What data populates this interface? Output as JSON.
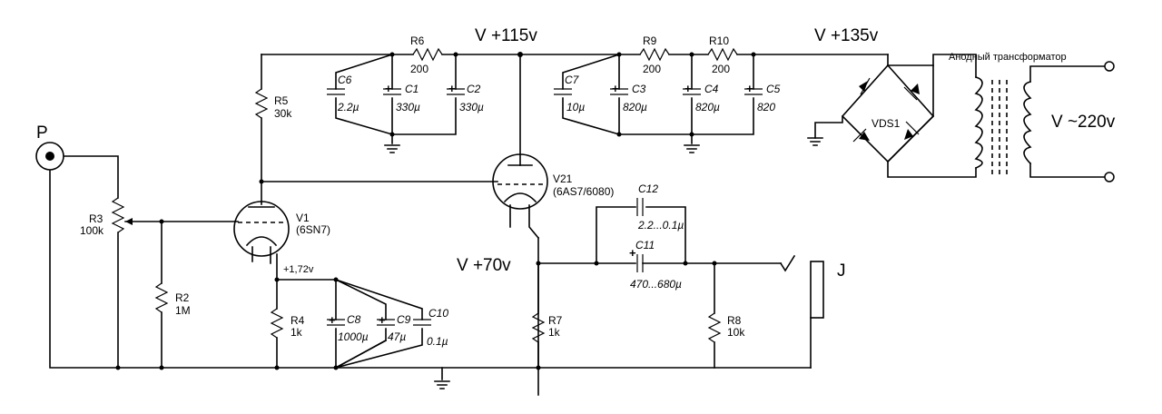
{
  "nodes": {
    "v115": "V +115v",
    "v135": "V +135v",
    "v70": "V +70v",
    "vac": "V ~220v",
    "cathode_v1": "+1,72v"
  },
  "labels": {
    "transformer": "Анодный трансформатор",
    "bridge": "VDS1",
    "input_jack": "P",
    "output_jack": "J"
  },
  "tubes": {
    "v1": {
      "ref": "V1",
      "type": "(6SN7)"
    },
    "v21": {
      "ref": "V21",
      "type": "(6AS7/6080)"
    }
  },
  "resistors": {
    "r2": {
      "ref": "R2",
      "val": "1M"
    },
    "r3": {
      "ref": "R3",
      "val": "100k"
    },
    "r4": {
      "ref": "R4",
      "val": "1k"
    },
    "r5": {
      "ref": "R5",
      "val": "30k"
    },
    "r6": {
      "ref": "R6",
      "val": "200"
    },
    "r7": {
      "ref": "R7",
      "val": "1k"
    },
    "r8": {
      "ref": "R8",
      "val": "10k"
    },
    "r9": {
      "ref": "R9",
      "val": "200"
    },
    "r10": {
      "ref": "R10",
      "val": "200"
    }
  },
  "capacitors": {
    "c1": {
      "ref": "C1",
      "val": "330µ"
    },
    "c2": {
      "ref": "C2",
      "val": "330µ"
    },
    "c3": {
      "ref": "C3",
      "val": "820µ"
    },
    "c4": {
      "ref": "C4",
      "val": "820µ"
    },
    "c5": {
      "ref": "C5",
      "val": "820"
    },
    "c6": {
      "ref": "C6",
      "val": "2.2µ"
    },
    "c7": {
      "ref": "C7",
      "val": "10µ"
    },
    "c8": {
      "ref": "C8",
      "val": "1000µ"
    },
    "c9": {
      "ref": "C9",
      "val": "47µ"
    },
    "c10": {
      "ref": "C10",
      "val": "0.1µ"
    },
    "c11": {
      "ref": "C11",
      "val": "470...680µ"
    },
    "c12": {
      "ref": "C12",
      "val": "2.2...0.1µ"
    }
  },
  "plus_sign": "+"
}
